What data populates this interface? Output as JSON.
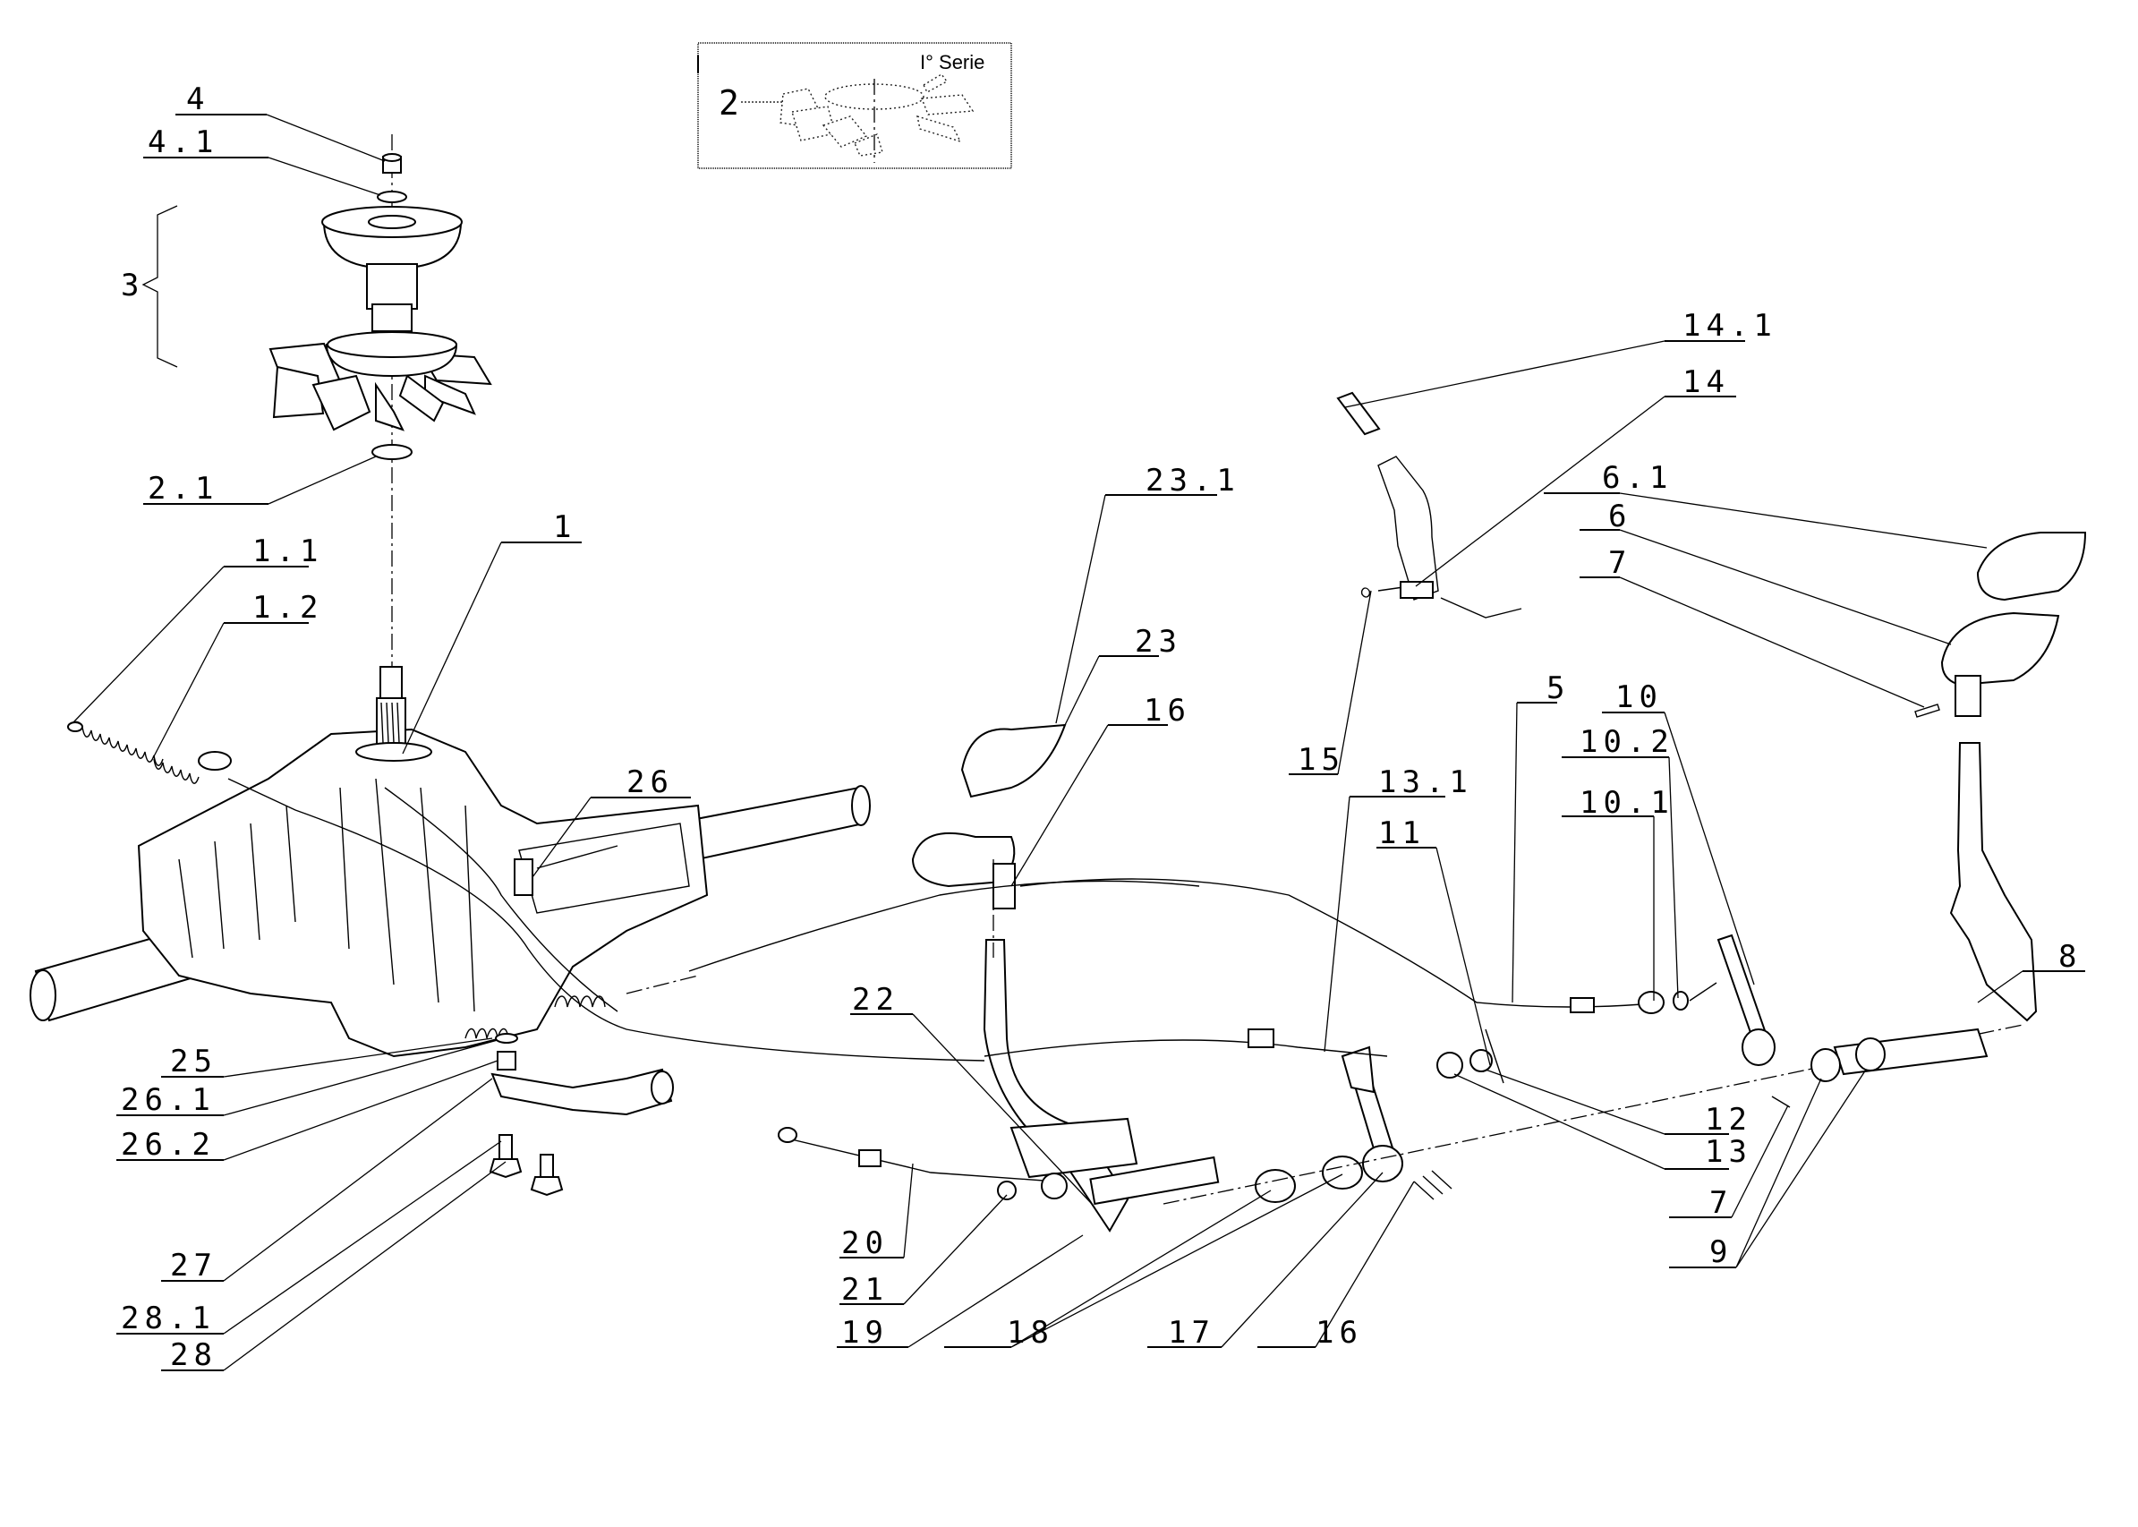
{
  "diagram": {
    "type": "exploded-parts-diagram",
    "subject": "Transmission and pedal linkage assembly",
    "inset": {
      "title": "I° Serie",
      "part_number": "2",
      "depicts": "fan (earlier series variant)"
    },
    "callouts": [
      {
        "id": "c4",
        "label": "4",
        "part": "nut"
      },
      {
        "id": "c4_1",
        "label": "4.1",
        "part": "washer"
      },
      {
        "id": "c3",
        "label": "3",
        "part": "pulley and fan assembly (bracketed)"
      },
      {
        "id": "c2_1",
        "label": "2.1",
        "part": "ring"
      },
      {
        "id": "c1_1",
        "label": "1.1",
        "part": "spring"
      },
      {
        "id": "c1_2",
        "label": "1.2",
        "part": "spring"
      },
      {
        "id": "c1",
        "label": "1",
        "part": "transmission"
      },
      {
        "id": "c26",
        "label": "26",
        "part": "screw"
      },
      {
        "id": "c25",
        "label": "25",
        "part": "spring"
      },
      {
        "id": "c26_1",
        "label": "26.1",
        "part": "washer"
      },
      {
        "id": "c26_2",
        "label": "26.2",
        "part": "nut"
      },
      {
        "id": "c27",
        "label": "27",
        "part": "lever"
      },
      {
        "id": "c28_1",
        "label": "28.1",
        "part": "washer"
      },
      {
        "id": "c28",
        "label": "28",
        "part": "bolt"
      },
      {
        "id": "c23_1",
        "label": "23.1",
        "part": "pedal pad"
      },
      {
        "id": "c23",
        "label": "23",
        "part": "pedal"
      },
      {
        "id": "c16a",
        "label": "16",
        "part": "pin"
      },
      {
        "id": "c22",
        "label": "22",
        "part": "cotter pin"
      },
      {
        "id": "c20",
        "label": "20",
        "part": "cable"
      },
      {
        "id": "c21",
        "label": "21",
        "part": "washer"
      },
      {
        "id": "c19",
        "label": "19",
        "part": "pedal arm"
      },
      {
        "id": "c18",
        "label": "18",
        "part": "bushings"
      },
      {
        "id": "c17",
        "label": "17",
        "part": "lever"
      },
      {
        "id": "c16b",
        "label": "16",
        "part": "pins"
      },
      {
        "id": "c14_1",
        "label": "14.1",
        "part": "grip"
      },
      {
        "id": "c14",
        "label": "14",
        "part": "lever"
      },
      {
        "id": "c15",
        "label": "15",
        "part": "clip"
      },
      {
        "id": "c13_1",
        "label": "13.1",
        "part": "cable"
      },
      {
        "id": "c11",
        "label": "11",
        "part": "cotter pin"
      },
      {
        "id": "c5",
        "label": "5",
        "part": "cable"
      },
      {
        "id": "c10",
        "label": "10",
        "part": "lever"
      },
      {
        "id": "c10_2",
        "label": "10.2",
        "part": "pin"
      },
      {
        "id": "c10_1",
        "label": "10.1",
        "part": "washer"
      },
      {
        "id": "c6_1",
        "label": "6.1",
        "part": "pedal pad"
      },
      {
        "id": "c6",
        "label": "6",
        "part": "pedal"
      },
      {
        "id": "c7a",
        "label": "7",
        "part": "pin"
      },
      {
        "id": "c8",
        "label": "8",
        "part": "pedal arm"
      },
      {
        "id": "c12",
        "label": "12",
        "part": "washer"
      },
      {
        "id": "c13",
        "label": "13",
        "part": "spacer"
      },
      {
        "id": "c7b",
        "label": "7",
        "part": "pin"
      },
      {
        "id": "c9",
        "label": "9",
        "part": "bushings"
      }
    ]
  }
}
